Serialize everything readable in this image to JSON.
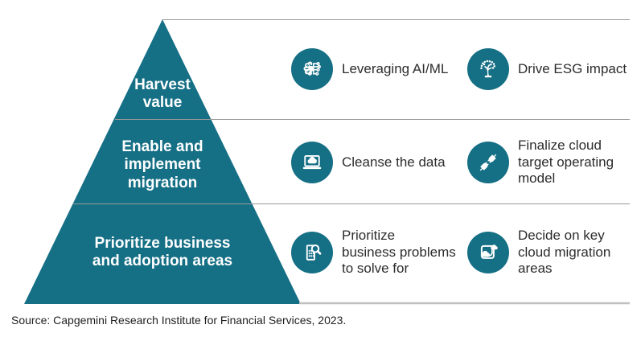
{
  "colors": {
    "teal": "#156f85",
    "divider_line": "#999999",
    "baseline": "#bfbfbf",
    "tier_text": "#ffffff",
    "item_text": "#2c2c2c"
  },
  "pyramid": {
    "tiers": [
      {
        "label": "Harvest\nvalue"
      },
      {
        "label": "Enable and\nimplement\nmigration"
      },
      {
        "label": "Prioritize business\nand adoption areas"
      }
    ]
  },
  "items": [
    {
      "icon": "ai-brain-icon",
      "label": "Leveraging AI/ML"
    },
    {
      "icon": "tree-icon",
      "label": "Drive ESG impact"
    },
    {
      "icon": "laptop-cloud-icon",
      "label": "Cleanse the data"
    },
    {
      "icon": "plug-icon",
      "label": "Finalize cloud\ntarget operating\nmodel"
    },
    {
      "icon": "building-search-icon",
      "label": "Prioritize\nbusiness problems\nto solve for"
    },
    {
      "icon": "cloud-migration-icon",
      "label": "Decide on key\ncloud migration\nareas"
    }
  ],
  "source": "Source: Capgemini Research Institute for Financial Services, 2023."
}
